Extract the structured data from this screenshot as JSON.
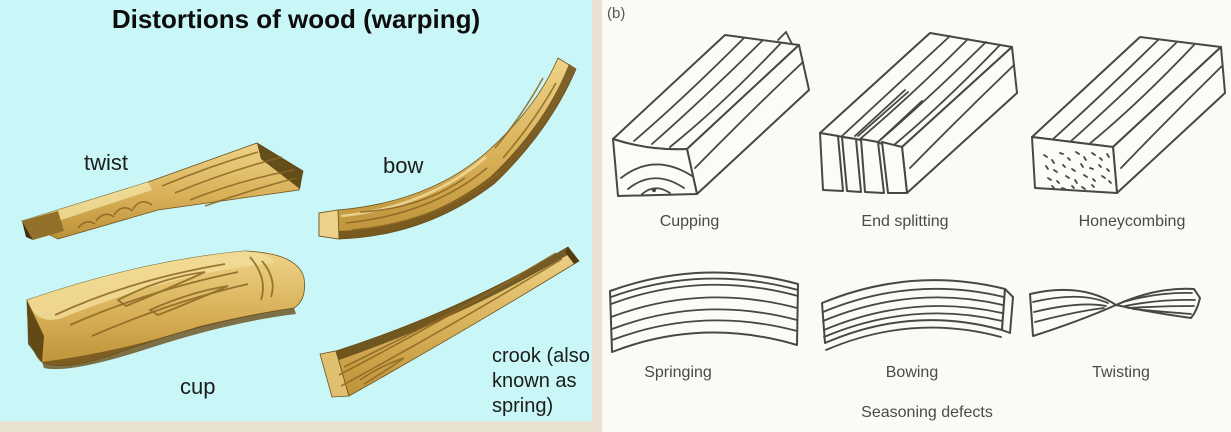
{
  "left_panel": {
    "title": "Distortions of wood (warping)",
    "labels": {
      "twist": "twist",
      "bow": "bow",
      "cup": "cup",
      "crook_line1": "crook (also",
      "crook_line2": "known as",
      "crook_line3": "spring)"
    }
  },
  "right_panel": {
    "figure_label": "(b)",
    "top_row_labels": {
      "cupping": "Cupping",
      "end_splitting": "End splitting",
      "honeycombing": "Honeycombing"
    },
    "bottom_row_labels": {
      "springing": "Springing",
      "bowing": "Bowing",
      "twisting": "Twisting"
    },
    "caption": "Seasoning defects"
  },
  "colors": {
    "left_bg": "#c9f6f6",
    "right_bg": "#fbfaf5",
    "frame_bg": "#e9e2d0",
    "wood_light": "#eed387",
    "wood_dark": "#bd9238",
    "wood_grain": "#8a6624",
    "wood_shadow": "#6b4f1a",
    "line_art": "#474747",
    "left_text": "#1c1c1c",
    "right_text": "#4a4a4a"
  }
}
